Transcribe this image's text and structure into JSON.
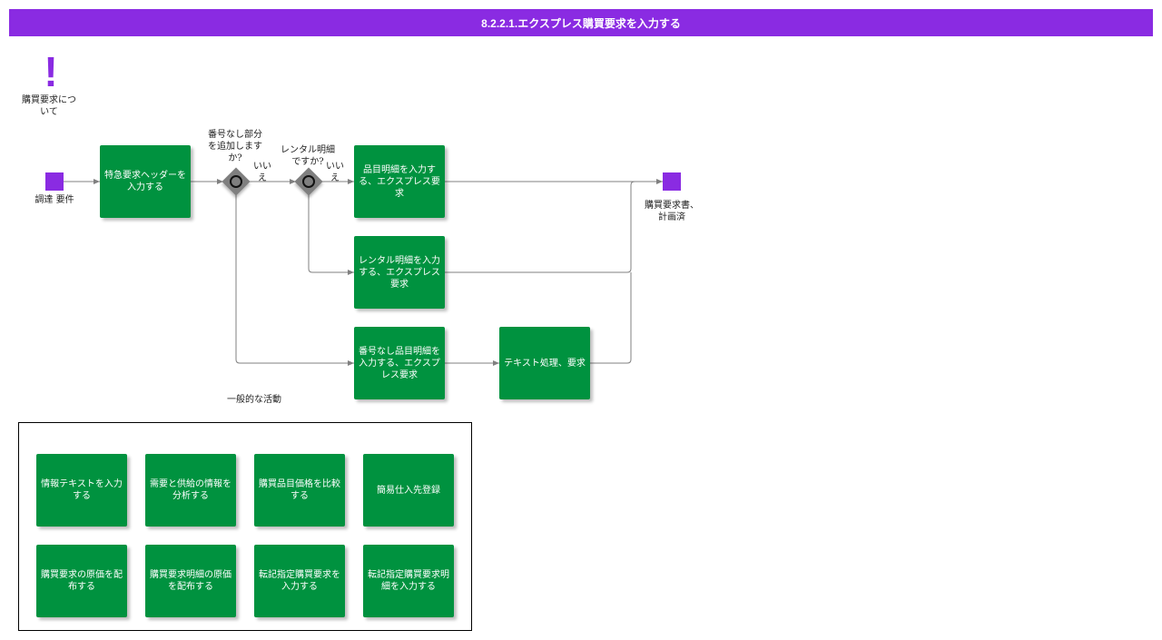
{
  "header": {
    "title": "8.2.2.1.エクスプレス購買要求を入力する"
  },
  "annotation": {
    "label": "購買要求について"
  },
  "start_event": {
    "label": "調達 要件"
  },
  "end_event": {
    "label": "購買要求書、計画済"
  },
  "gateway1": {
    "label": "番号なし部分を追加します か?",
    "no_label": "いいえ"
  },
  "gateway2": {
    "label": "レンタル明細ですか?",
    "no_label": "いいえ"
  },
  "tasks": {
    "header_entry": "特急要求ヘッダーを入力する",
    "item_detail": "品目明細を入力する、エクスプレス要求",
    "rental_detail": "レンタル明細を入力する、エクスプレス要求",
    "no_number_item": "番号なし品目明細を入力する、エクスプレス要求",
    "text_processing": "テキスト処理、要求"
  },
  "group": {
    "label": "一般的な活動",
    "tasks": [
      "情報テキストを入力する",
      "需要と供給の情報を分析する",
      "購買品目価格を比較する",
      "簡易仕入先登録",
      "購買要求の原価を配布する",
      "購買要求明細の原価を配布する",
      "転記指定購買要求を入力する",
      "転記指定購買要求明細を入力する"
    ]
  },
  "colors": {
    "title_bg": "#8a2be2",
    "event": "#8a2be2",
    "task": "#00923f",
    "gateway": "#7f7f7f",
    "connector": "#808080"
  }
}
